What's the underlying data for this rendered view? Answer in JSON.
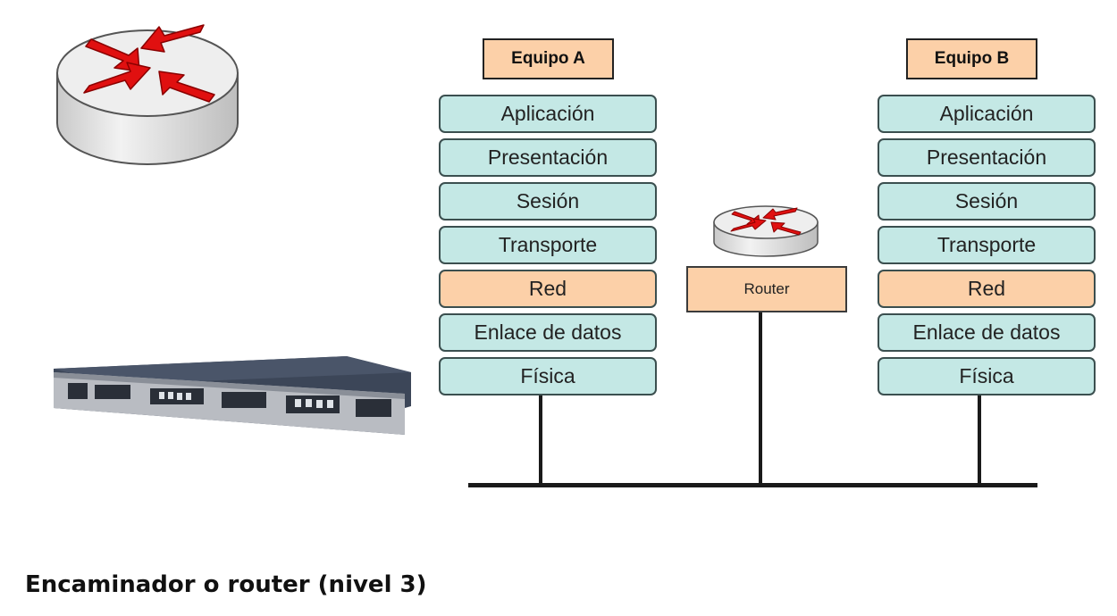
{
  "diagram": {
    "equipo_a": {
      "header": "Equipo A",
      "layers": [
        "Aplicación",
        "Presentación",
        "Sesión",
        "Transporte",
        "Red",
        "Enlace de datos",
        "Física"
      ]
    },
    "equipo_b": {
      "header": "Equipo B",
      "layers": [
        "Aplicación",
        "Presentación",
        "Sesión",
        "Transporte",
        "Red",
        "Enlace de datos",
        "Física"
      ]
    },
    "router_label": "Router",
    "caption": "Encaminador o router (nivel 3)"
  },
  "icons": {
    "router_symbol": "router-icon",
    "router_device": "router-hardware-photo"
  },
  "colors": {
    "layer_fill": "#c4e8e5",
    "network_layer_fill": "#fcd0a8",
    "arrow_red": "#e01010"
  }
}
